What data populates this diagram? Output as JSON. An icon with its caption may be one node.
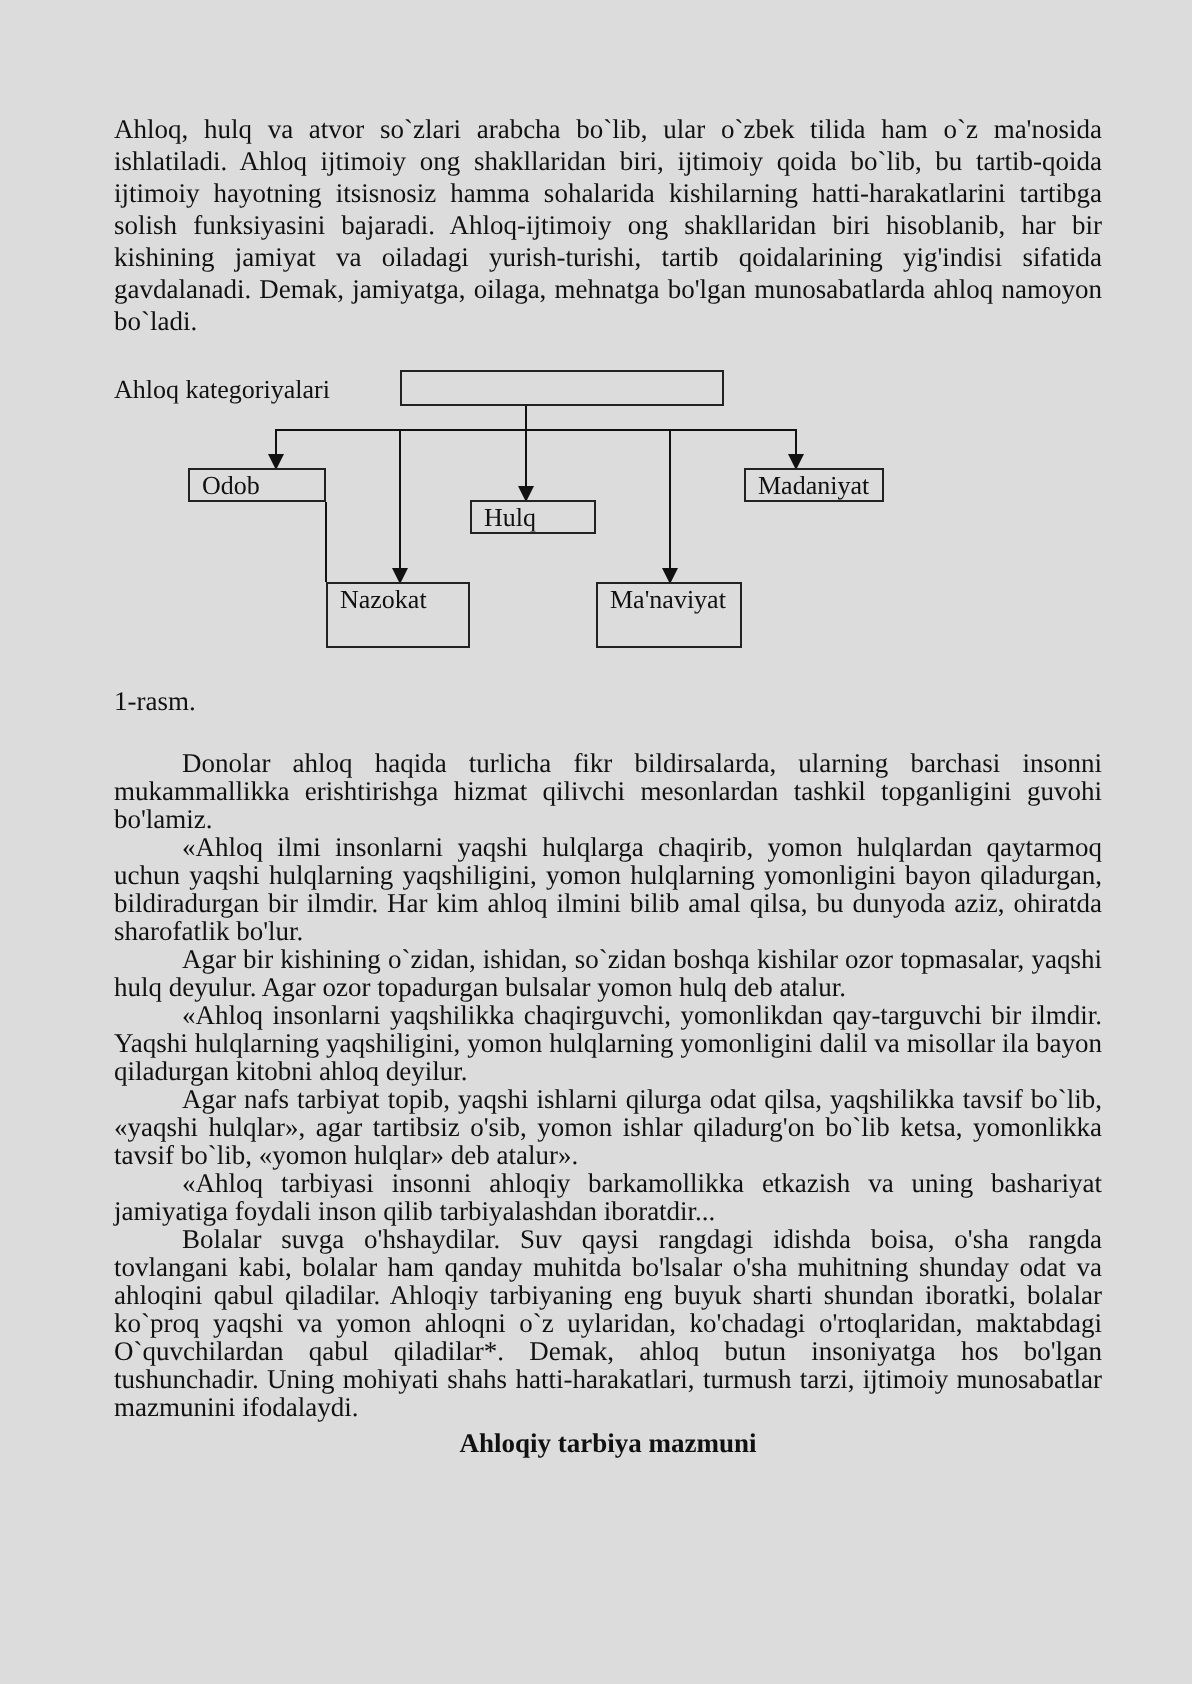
{
  "diagram": {
    "nodes": [
      {
        "text": [],
        "shape": "box",
        "beside": [
          "Ahloq kategoriyalari"
        ]
      },
      {
        "text": [
          "Odob"
        ]
      },
      {
        "text": [
          "Madaniyat"
        ]
      },
      {
        "text": [
          "Hulq"
        ]
      },
      {
        "text": [
          "Nazokat"
        ]
      },
      {
        "text": [
          "Ma'naviyat"
        ]
      }
    ],
    "edges": [
      {
        "from": 0,
        "to": 1,
        "arrow": "to"
      },
      {
        "from": 0,
        "to": 4,
        "arrow": "to"
      },
      {
        "from": 0,
        "to": 3,
        "arrow": "to"
      },
      {
        "from": 0,
        "to": 5,
        "arrow": "to"
      },
      {
        "from": 0,
        "to": 2,
        "arrow": "to"
      },
      {
        "from": 1,
        "to": 4,
        "arrow": "none"
      }
    ],
    "labels": [
      "Ahloq, hulq va atvor so`zlari arabcha bo`lib, ular o`zbek tilida ham o`z ma'nosida ishlatiladi. Ahloq ijtimoiy ong shakllaridan biri, ijtimoiy qoida bo`lib, bu tartib-qoida ijtimoiy hayotning itsisnosiz hamma sohalarida kishilarning hatti-harakatlarini tartibga solish funksiyasini bajaradi. Ahloq-ijtimoiy ong shakllaridan biri hisoblanib, har bir kishining jamiyat va oiladagi yurish-turishi, tartib qoidalarining yig'indisi sifatida gavdalanadi. Demak, jamiyatga, oilaga, mehnatga bo'lgan munosabatlarda ahloq namoyon bo`ladi.",
      "1-rasm.",
      "Donolar ahloq haqida turlicha fikr bildirsalarda, ularning barchasi insonni mukammallikka erishtirishga hizmat qilivchi mesonlardan tashkil topganligini guvohi bo'lamiz.",
      "«Ahloq ilmi insonlarni yaqshi hulqlarga chaqirib, yomon hulqlardan qaytarmoq uchun yaqshi hulqlarning yaqshiligini, yomon hulqlarning yomonligini bayon qiladurgan, bildiradurgan bir ilmdir. Har kim ahloq ilmini bilib amal qilsa, bu dunyoda aziz, ohiratda sharofatlik bo'lur.",
      "Agar bir kishining o`zidan, ishidan, so`zidan boshqa kishilar ozor topmasalar, yaqshi hulq deyulur. Agar ozor topadurgan bulsalar yomon hulq deb atalur.",
      "«Ahloq insonlarni yaqshilikka chaqirguvchi, yomonlikdan qay-targuvchi bir ilmdir. Yaqshi hulqlarning yaqshiligini, yomon hulqlarning yomonligini dalil va misollar ila bayon qiladurgan kitobni ahloq deyilur.",
      "Agar nafs tarbiyat topib, yaqshi ishlarni qilurga odat qilsa, yaqshilikka tavsif bo`lib, «yaqshi hulqlar», agar tartibsiz o'sib, yomon ishlar qiladurg'on bo`lib ketsa, yomonlikka tavsif bo`lib, «yomon hulqlar» deb atalur».",
      "«Ahloq tarbiyasi insonni ahloqiy barkamollikka etkazish va uning bashariyat jamiyatiga foydali inson qilib tarbiyalashdan iboratdir...",
      "Bolalar suvga o'hshaydilar. Suv qaysi rangdagi idishda boisa, o'sha rangda tovlangani kabi, bolalar ham qanday muhitda bo'lsalar o'sha muhitning shunday odat va ahloqini qabul qiladilar. Ahloqiy tarbiyaning eng buyuk sharti shundan iboratki, bolalar ko`proq yaqshi va yomon ahloqni o`z uylaridan, ko'chadagi o'rtoqlaridan, maktabdagi O`quvchilardan qabul qiladilar*. Demak, ahloq butun insoniyatga hos bo'lgan tushunchadir. Uning mohiyati shahs hatti-harakatlari, turmush tarzi, ijtimoiy munosabatlar mazmunini ifodalaydi.",
      "Ahloqiy tarbiya mazmuni"
    ]
  }
}
